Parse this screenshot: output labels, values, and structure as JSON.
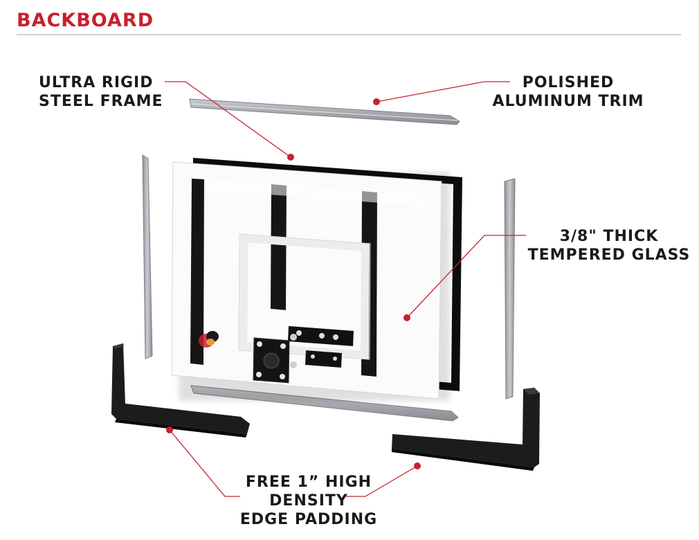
{
  "header": {
    "title": "BACKBOARD"
  },
  "callouts": {
    "frame": {
      "line1": "ULTRA RIGID",
      "line2": "STEEL FRAME"
    },
    "trim": {
      "line1": "POLISHED",
      "line2": "ALUMINUM TRIM"
    },
    "glass": {
      "line1": "3/8\" THICK",
      "line2": "TEMPERED GLASS"
    },
    "padding": {
      "line1": "FREE 1” HIGH",
      "line2": "DENSITY",
      "line3": "EDGE PADDING"
    }
  },
  "colors": {
    "accent": "#c8202e",
    "leader": "#c8202e",
    "aluminum": "#a4a6ac",
    "steel": "#111111",
    "padding": "#1c1c1c"
  }
}
